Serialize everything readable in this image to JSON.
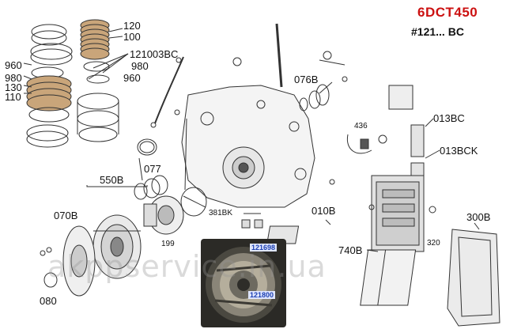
{
  "header": {
    "model": "6DCT450",
    "serial": "#121... BC"
  },
  "labels": {
    "l120": "120",
    "l100": "100",
    "l121003bc": "121003BC",
    "l960a": "960",
    "l980a": "980",
    "l980b": "980",
    "l130": "130",
    "l110": "110",
    "l960b": "960",
    "l076b": "076B",
    "l436": "436",
    "l013bc": "013BC",
    "l013bck": "013BCK",
    "l077": "077",
    "l550b": "550B",
    "l070b": "070B",
    "l381bk": "381BK",
    "l199": "199",
    "l010b": "010B",
    "l740b": "740B",
    "l320": "320",
    "l300b": "300B",
    "l080": "080"
  },
  "photo": {
    "label_top": "121698",
    "label_bottom": "121800"
  },
  "watermark": "akppservice.in.ua",
  "colors": {
    "model_red": "#cc1111",
    "line": "#333333",
    "photo_label": "#1c3fb0"
  }
}
